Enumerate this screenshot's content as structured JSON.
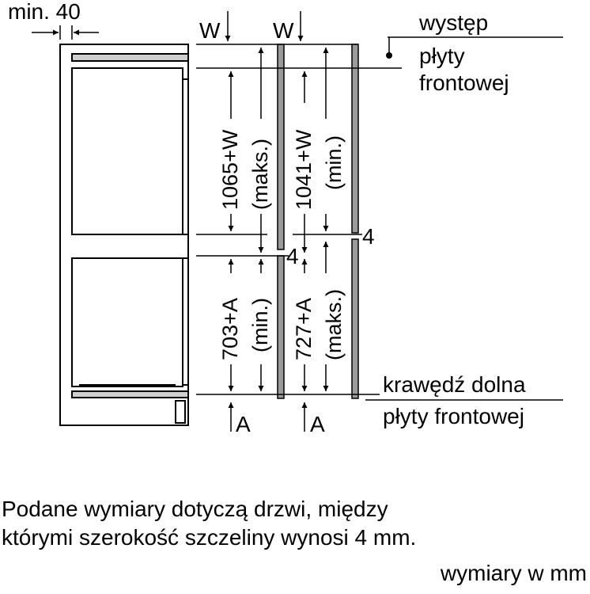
{
  "diagram": {
    "min_clearance_label": "min. 40",
    "top_clearance_label_left": "W",
    "top_clearance_label_right": "W",
    "front_overhang_label": [
      "występ",
      "płyty",
      "frontowej"
    ],
    "upper_door_max_line1": "1065+W",
    "upper_door_max_line2": "(maks.)",
    "upper_door_min_line1": "1041+W",
    "upper_door_min_line2": "(min.)",
    "lower_door_min_line1": "703+A",
    "lower_door_min_line2": "(min.)",
    "lower_door_max_line1": "727+A",
    "lower_door_max_line2": "(maks.)",
    "gap_label_upper": "4",
    "gap_label_lower": "4",
    "bottom_clearance_label_left": "A",
    "bottom_clearance_label_right": "A",
    "bottom_edge_label": [
      "krawędź dolna",
      "płyty frontowej"
    ]
  },
  "notes": {
    "line1": "Podane wymiary dotyczą drzwi, między",
    "line2": "którymi szerokość szczeliny wynosi 4 mm.",
    "units": "wymiary w mm"
  }
}
